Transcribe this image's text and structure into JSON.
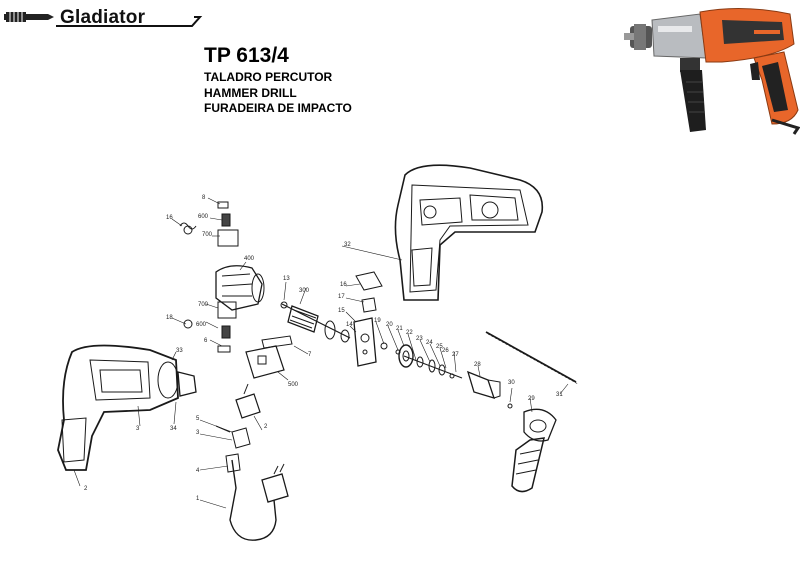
{
  "brand": {
    "name": "Gladiator"
  },
  "header": {
    "model": "TP 613/4",
    "name_es": "TALADRO PERCUTOR",
    "name_en": "HAMMER DRILL",
    "name_pt": "FURADEIRA DE IMPACTO"
  },
  "colors": {
    "accent": "#e8662a",
    "ink": "#1a1a1a",
    "metal": "#9a9ea4"
  },
  "parts": {
    "p1": "1",
    "p2": "2",
    "p3": "3",
    "p4": "4",
    "p5": "5",
    "p6": "6",
    "p7": "7",
    "p8": "8",
    "p13": "13",
    "p14": "14",
    "p15": "15",
    "p16": "16",
    "p17": "17",
    "p18": "18",
    "p19": "19",
    "p20": "20",
    "p21": "21",
    "p22": "22",
    "p23": "23",
    "p24": "24",
    "p25": "25",
    "p26": "26",
    "p27": "27",
    "p28": "28",
    "p29": "29",
    "p30": "30",
    "p31": "31",
    "p32": "32",
    "p33": "33",
    "p34": "34",
    "p300": "300",
    "p400": "400",
    "p500": "500",
    "p600a": "600",
    "p600b": "600",
    "p700a": "700",
    "p700b": "700"
  }
}
